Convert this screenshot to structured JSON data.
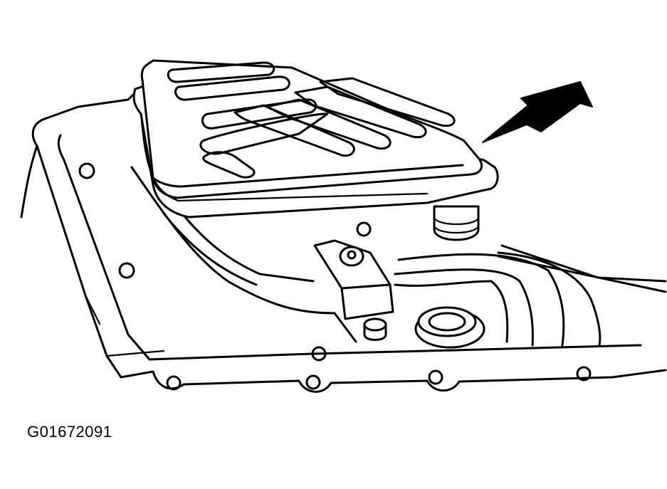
{
  "figure": {
    "id_label": "G01672091",
    "parts": [
      "transmission-oil-pan",
      "fluid-filter",
      "retaining-bracket",
      "filter-tube",
      "pointer-arrow"
    ],
    "line_color": "#000000",
    "background_color": "#ffffff"
  }
}
